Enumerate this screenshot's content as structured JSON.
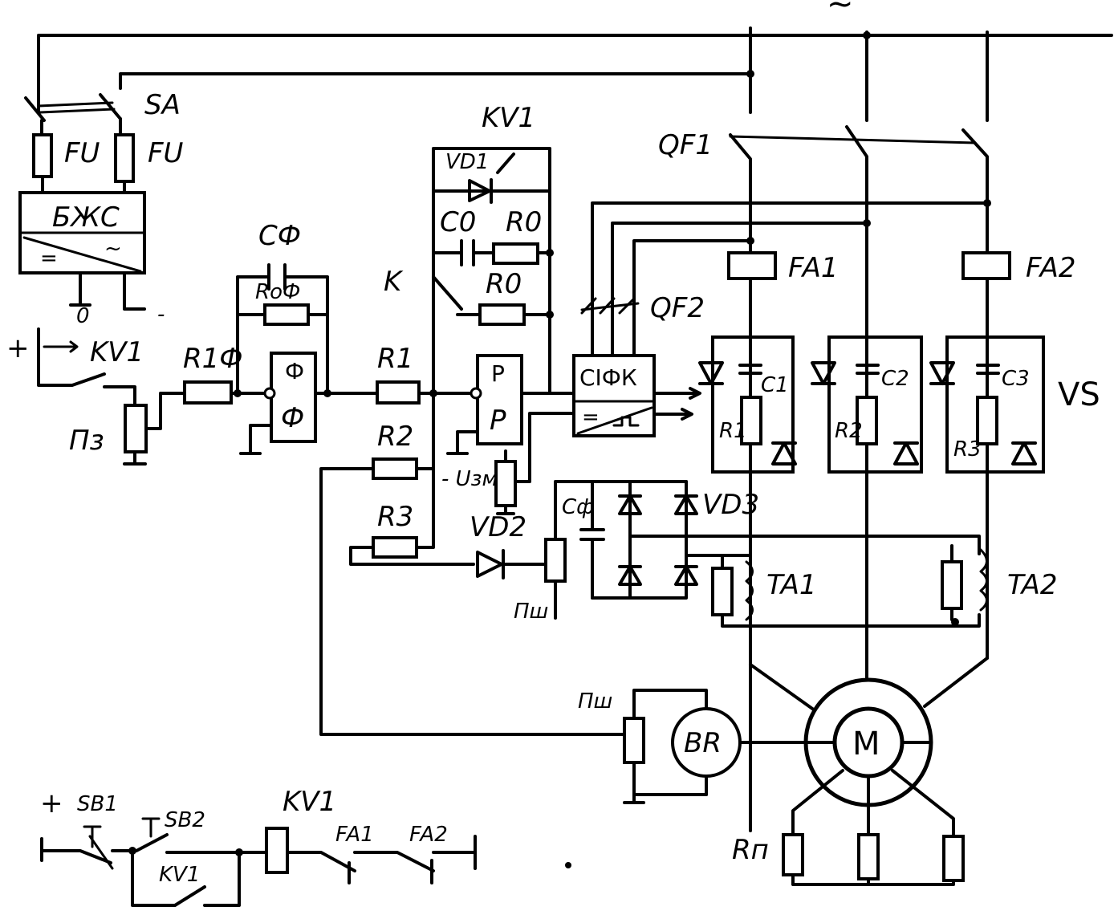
{
  "labels": {
    "ac": "~",
    "sa": "SA",
    "fu_left": "FU",
    "fu_right": "FU",
    "power_unit": "БЖС",
    "pu_dc": "=",
    "pu_ac": "~",
    "pu_zero": "0",
    "pu_minus": "-",
    "plus_top": "+",
    "kv1_contact_top": "KV1",
    "pz": "Пз",
    "r1f": "R1Ф",
    "cf_top": "CФ",
    "rof": "RоФ",
    "f_top": "Ф",
    "f_bottom": "Ф",
    "k": "K",
    "r1": "R1",
    "r2": "R2",
    "r3": "R3",
    "kv1_top": "KV1",
    "vd1": "VD1",
    "c0": "C0",
    "r0_top": "R0",
    "r0_mid": "R0",
    "p_top": "P",
    "p_bottom": "P",
    "uzm": "- Uзм",
    "vd2": "VD2",
    "pshunt_mid": "Пш",
    "cf_mid": "Cф",
    "vd3": "VD3",
    "sifk": "СIФК",
    "sifk_dc": "=",
    "qf2": "QF2",
    "qf1": "QF1",
    "fa1": "FA1",
    "fa2": "FA2",
    "c1": "C1",
    "c2": "C2",
    "c3": "C3",
    "r1b": "R1",
    "r2b": "R2",
    "r3b": "R3",
    "vs": "VS",
    "ta1": "TA1",
    "ta2": "TA2",
    "pshunt_bottom": "Пш",
    "br": "BR",
    "motor": "M",
    "rp": "Rп",
    "plus_bottom": "+",
    "sb1": "SB1",
    "sb2": "SB2",
    "kv1_contact_bottom": "KV1",
    "kv1_coil": "KV1",
    "fa1_contact": "FA1",
    "fa2_contact": "FA2"
  }
}
